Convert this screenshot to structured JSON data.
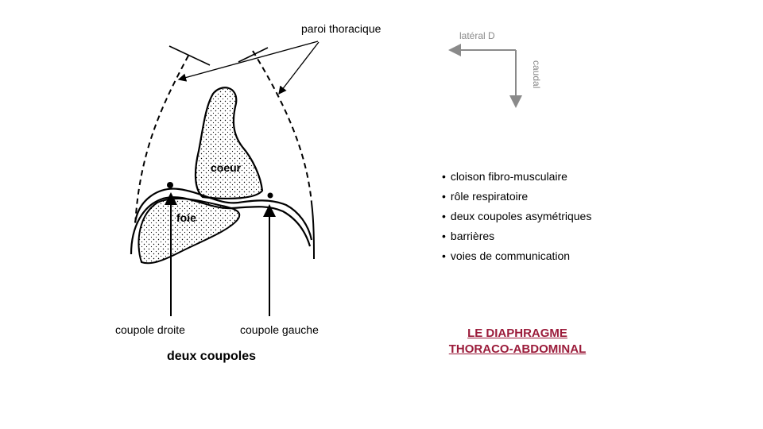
{
  "diagram": {
    "labels": {
      "paroi": "paroi thoracique",
      "lateral": "latéral D",
      "caudal": "caudal",
      "coeur": "coeur",
      "foie": "foie",
      "coupole_droite": "coupole droite",
      "coupole_gauche": "coupole gauche"
    },
    "caption": "deux coupoles"
  },
  "bullets": [
    "cloison fibro-musculaire",
    "rôle respiratoire",
    "deux coupoles asymétriques",
    "barrières",
    "voies de communication"
  ],
  "title": {
    "line1": "LE DIAPHRAGME",
    "line2": "THORACO-ABDOMINAL",
    "color": "#9b1b3a"
  },
  "colors": {
    "orientation_arrows": "#8a8a8a",
    "line": "#000000"
  }
}
